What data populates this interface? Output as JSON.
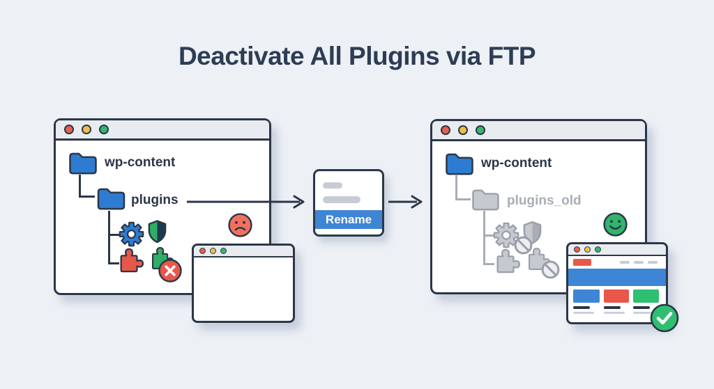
{
  "title": "Deactivate All Plugins via FTP",
  "before_window": {
    "folder_root": "wp-content",
    "folder_child": "plugins",
    "plugin_icons": [
      "gear-icon",
      "shield-icon",
      "puzzle-icon-red",
      "puzzle-icon-green",
      "error-x-badge-icon"
    ],
    "status_icon": "sad-face-icon",
    "site_preview": "blank-broken-page"
  },
  "action_card": {
    "label": "Rename",
    "icon": "file-rename-card"
  },
  "after_window": {
    "folder_root": "wp-content",
    "folder_child": "plugins_old",
    "plugin_icons": [
      "gear-icon-disabled",
      "shield-icon-disabled",
      "puzzle-icon-disabled",
      "puzzle-icon-disabled",
      "prohibition-badge-icon"
    ],
    "status_icon": "happy-face-icon",
    "site_preview": "healthy-page",
    "success_icon": "check-badge-icon"
  },
  "colors": {
    "background": "#edf0f5",
    "outline": "#2b3748",
    "folder_blue": "#2e7cd2",
    "band_blue": "#3f85d6",
    "red": "#e8574a",
    "green": "#2fbf71",
    "disabled_gray": "#c6cad0",
    "disabled_text": "#a9aeb6",
    "titlebar_gray": "#e8ebf0",
    "dot_red": "#e6604f",
    "dot_yellow": "#eec04b",
    "dot_green": "#39b56e"
  }
}
